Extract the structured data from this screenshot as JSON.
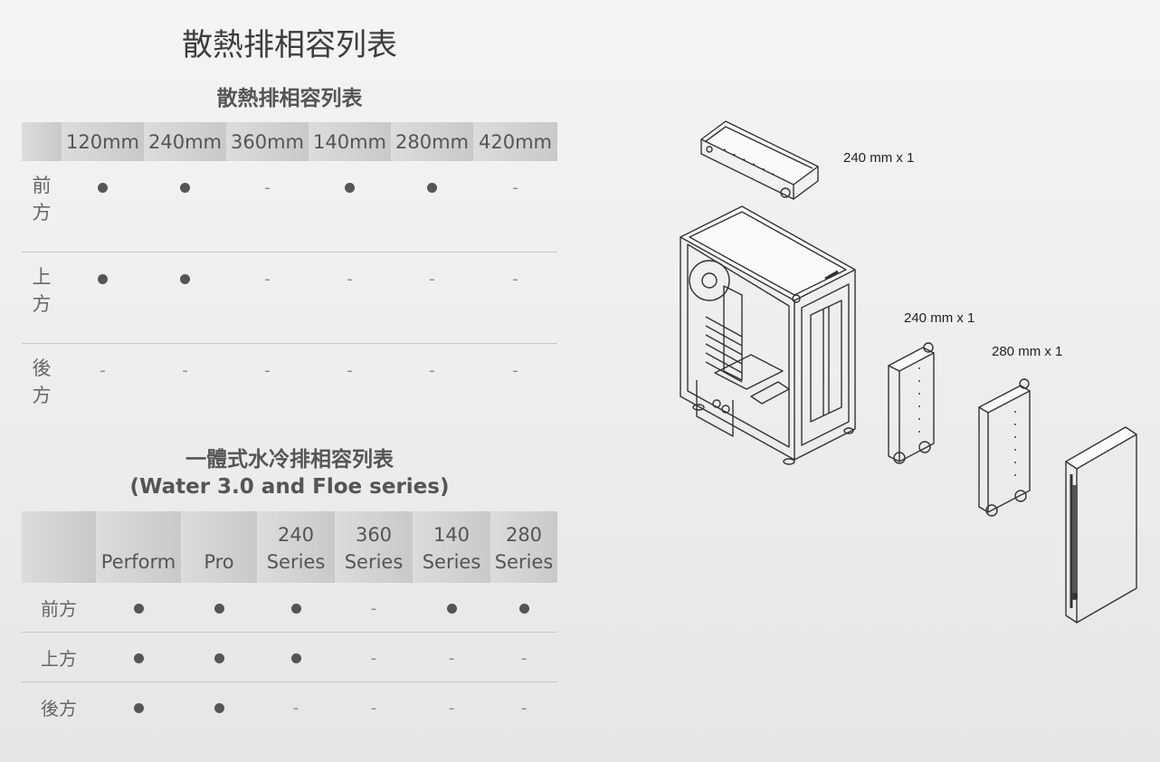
{
  "page": {
    "title": "散熱排相容列表"
  },
  "radiator_table": {
    "title": "散熱排相容列表",
    "columns": [
      "120mm",
      "240mm",
      "360mm",
      "140mm",
      "280mm",
      "420mm"
    ],
    "dot_symbol": "●",
    "dash_symbol": "-",
    "rows": [
      {
        "label": "前\n方",
        "values": [
          "●",
          "●",
          "-",
          "●",
          "●",
          "-"
        ]
      },
      {
        "label": "上\n方",
        "values": [
          "●",
          "●",
          "-",
          "-",
          "-",
          "-"
        ]
      },
      {
        "label": "後\n方",
        "values": [
          "-",
          "-",
          "-",
          "-",
          "-",
          "-"
        ]
      }
    ]
  },
  "aio_table": {
    "title_line1": "一體式水冷排相容列表",
    "title_line2": "(Water 3.0 and Floe series)",
    "columns": [
      "Perform",
      "Pro",
      "240\nSeries",
      "360\nSeries",
      "140\nSeries",
      "280\nSeries"
    ],
    "rows": [
      {
        "label": "前方",
        "values": [
          "●",
          "●",
          "●",
          "-",
          "●",
          "●"
        ]
      },
      {
        "label": "上方",
        "values": [
          "●",
          "●",
          "●",
          "-",
          "-",
          "-"
        ]
      },
      {
        "label": "後方",
        "values": [
          "●",
          "●",
          "-",
          "-",
          "-",
          "-"
        ]
      }
    ]
  },
  "illustration": {
    "callouts": {
      "top": "240 mm x 1",
      "middle": "240 mm x 1",
      "right": "280 mm x 1"
    },
    "line_color": "#333333"
  },
  "colors": {
    "header_bg": "#cfcfcf",
    "row_divider": "#c8c8c8",
    "dot": "#555555"
  }
}
